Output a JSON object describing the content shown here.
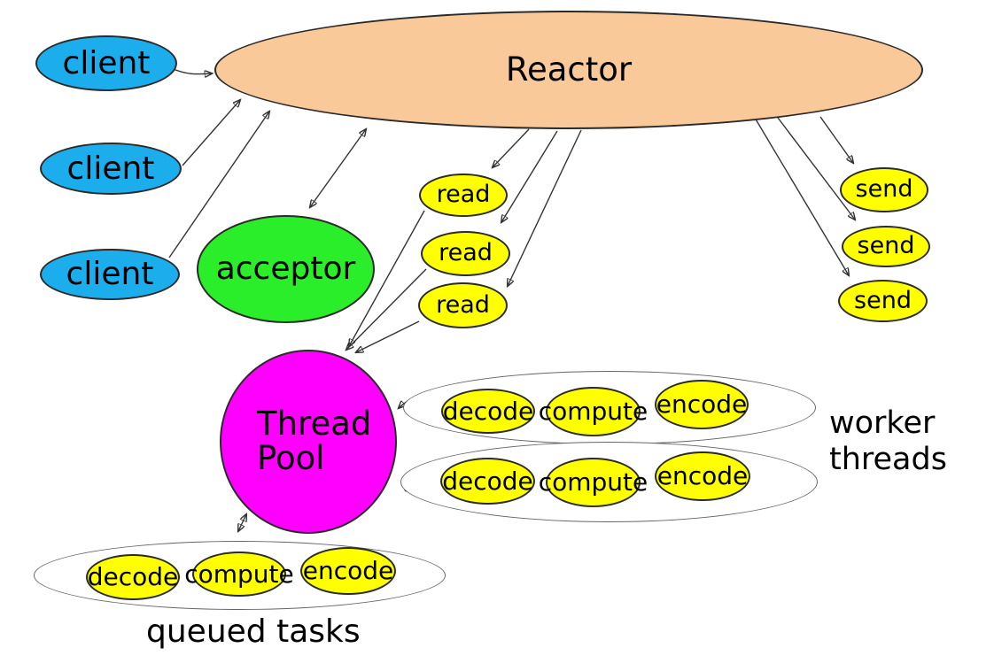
{
  "colors": {
    "background": "#FFFFFF",
    "reactor_fill": "#F9C99A",
    "client_fill": "#1CADEC",
    "acceptor_fill": "#2BEE2B",
    "task_fill": "#FFFF00",
    "thread_pool_fill": "#FF00FF",
    "container_fill": "#FFFFFF",
    "node_outline": "#2B2B2B",
    "container_outline": "#666666",
    "arrow_color": "#333333",
    "text_color": "#000000"
  },
  "diagram": {
    "reactor": {
      "label": "Reactor"
    },
    "clients": [
      {
        "label": "client"
      },
      {
        "label": "client"
      },
      {
        "label": "client"
      }
    ],
    "acceptor": {
      "label": "acceptor"
    },
    "read_events": [
      {
        "label": "read"
      },
      {
        "label": "read"
      },
      {
        "label": "read"
      }
    ],
    "send_events": [
      {
        "label": "send"
      },
      {
        "label": "send"
      },
      {
        "label": "send"
      }
    ],
    "thread_pool": {
      "label_line1": "Thread",
      "label_line2": "Pool"
    },
    "worker_threads": {
      "caption_line1": "worker",
      "caption_line2": "threads",
      "rows": [
        {
          "tasks": [
            "decode",
            "compute",
            "encode"
          ]
        },
        {
          "tasks": [
            "decode",
            "compute",
            "encode"
          ]
        }
      ]
    },
    "queued_tasks": {
      "caption": "queued tasks",
      "tasks": [
        "decode",
        "compute",
        "encode"
      ]
    }
  }
}
